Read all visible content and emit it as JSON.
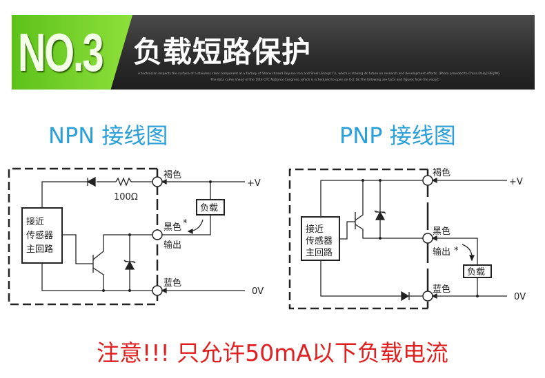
{
  "banner": {
    "number": "NO.3",
    "title": "负载短路保护",
    "caption_line1": "A technician inspects the surface of a stainless steel component at a factory of Shanxi-based Taiyuan Iron and Steel (Group) Co, which is staking its future on research and development efforts. [Photo provided to China Daily] BEIJING",
    "caption_line2": "The data came ahead of the 19th CPC National Congress, which is scheduled to open on Oct 18.The following are facts and figures from the report:"
  },
  "npn": {
    "title": "NPN 接线图",
    "sensor": [
      "接近",
      "传感器",
      "主回路"
    ],
    "brown": "褐色",
    "black": "黑色",
    "asterisk": "*",
    "output": "输出",
    "blue": "蓝色",
    "plus_v": "+V",
    "zero_v": "0V",
    "load": "负载",
    "resistor": "100Ω"
  },
  "pnp": {
    "title": "PNP 接线图",
    "sensor": [
      "接近",
      "传感器",
      "主回路"
    ],
    "brown": "褐色",
    "black": "黑色",
    "output": "输出",
    "asterisk": "*",
    "blue": "蓝色",
    "plus_v": "+V",
    "zero_v": "0V",
    "load": "负载"
  },
  "warning": "注意!!! 只允许50mA以下负载电流",
  "colors": {
    "accent_green": "#6fd02a",
    "title_blue": "#2a9fd8",
    "warning_red": "#e02020"
  }
}
